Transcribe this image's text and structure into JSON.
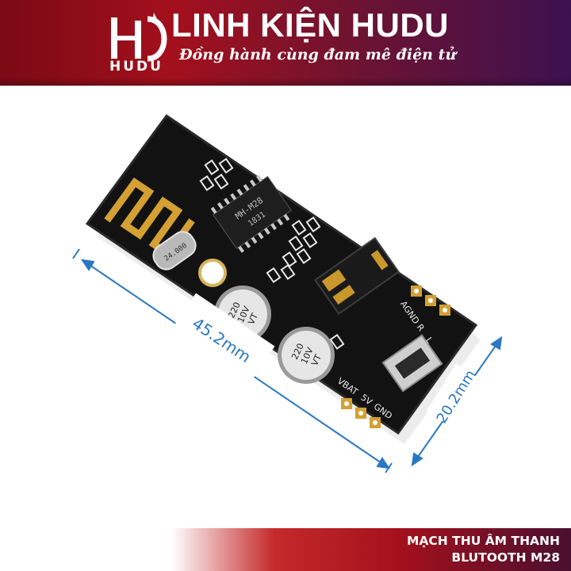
{
  "header": {
    "brand_name": "LINH KIỆN HUDU",
    "slogan": "Đồng hành cùng đam mê điện tử",
    "logo_text": "HUDU"
  },
  "photo": {
    "chip_label": "MH-M28",
    "chip_code": "1831",
    "crystal_label": "24.000",
    "cap_left_text": [
      "220",
      "10V",
      "VT"
    ],
    "cap_right_text": [
      "220",
      "10V",
      "VT"
    ],
    "pin_labels_top": [
      "L",
      "R",
      "AGND"
    ],
    "pin_labels_bottom": [
      "VBAT",
      "5V",
      "GND"
    ],
    "length_label": "45.2mm",
    "width_label": "20.2mm"
  },
  "footer": {
    "line1": "MẠCH THU ÂM THANH",
    "line2": "BLUTOOTH M28"
  },
  "colors": {
    "banner_red": "#a3101c",
    "banner_purple": "#3d1150",
    "dimension_blue": "#2a78c2",
    "pcb_black": "#111111"
  }
}
